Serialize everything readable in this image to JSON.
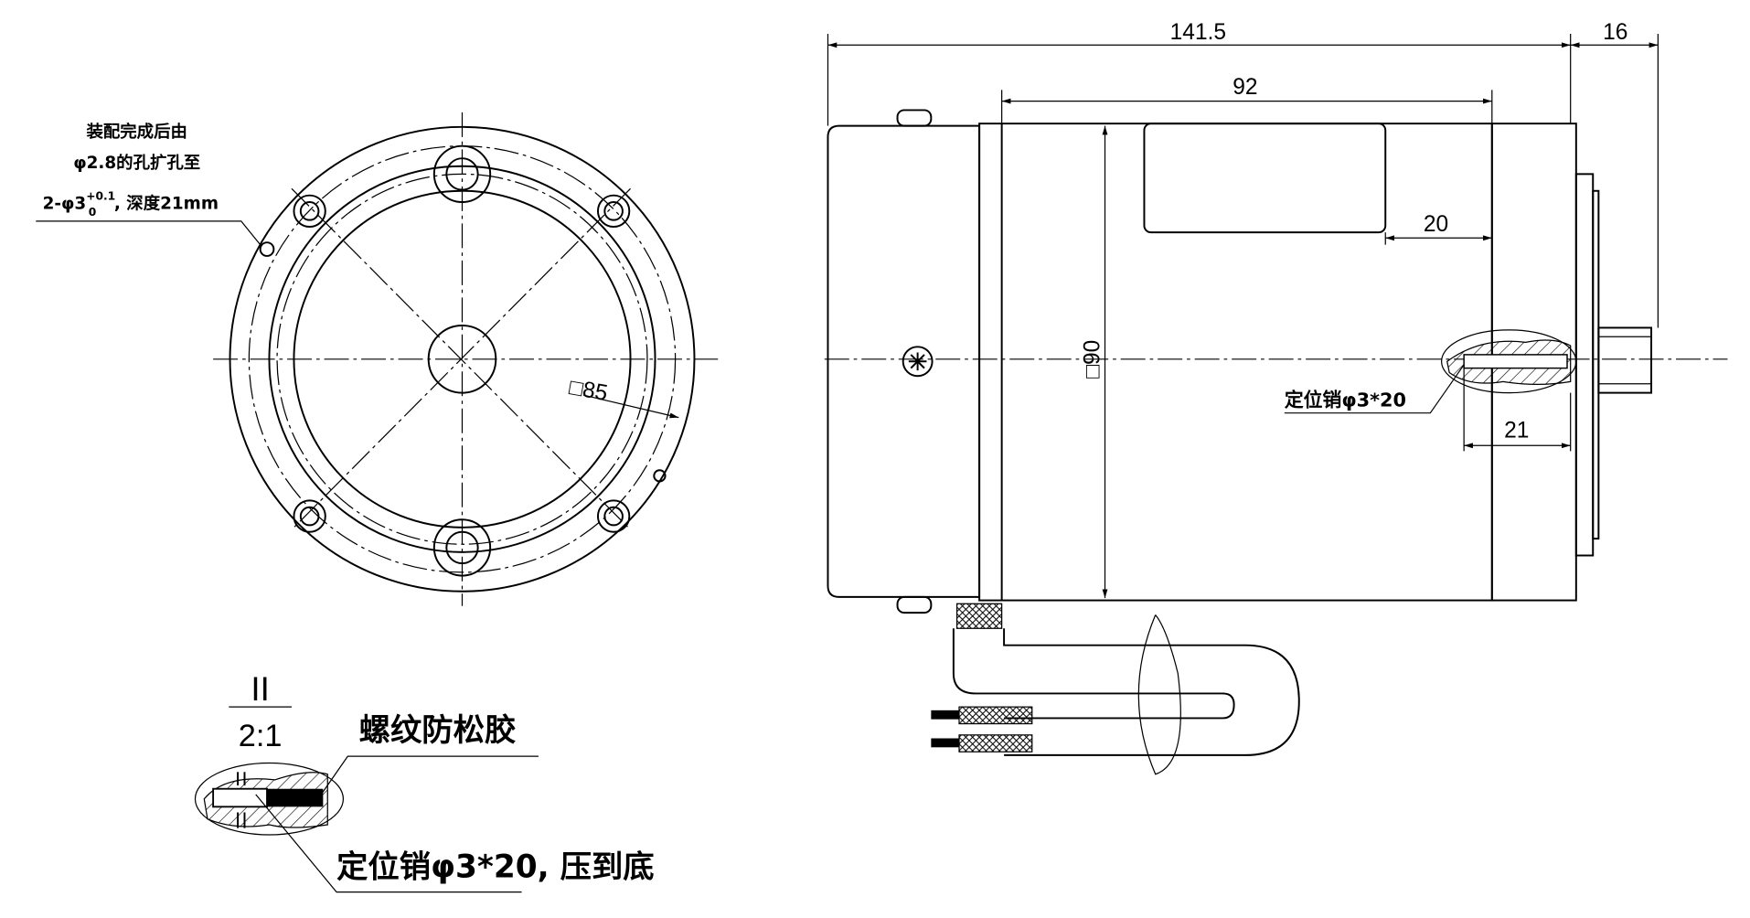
{
  "front_view": {
    "note_line1": "装配完成后由",
    "note_line2": "φ2.8的孔扩孔至",
    "note_line3_prefix": "2-φ3",
    "note_tol_upper": "+0.1",
    "note_tol_lower": "0",
    "note_line3_suffix": ", 深度21mm",
    "square_dim": "□85"
  },
  "detail": {
    "label": "II",
    "scale": "2:1",
    "glue_note": "螺纹防松胶",
    "pin_note": "定位销φ3*20, 压到底"
  },
  "side_view": {
    "dim_overall": "141.5",
    "dim_shaft": "16",
    "dim_body": "92",
    "dim_box": "20",
    "dim_pin": "21",
    "dim_square": "□90",
    "pin_label": "定位销φ3*20"
  }
}
